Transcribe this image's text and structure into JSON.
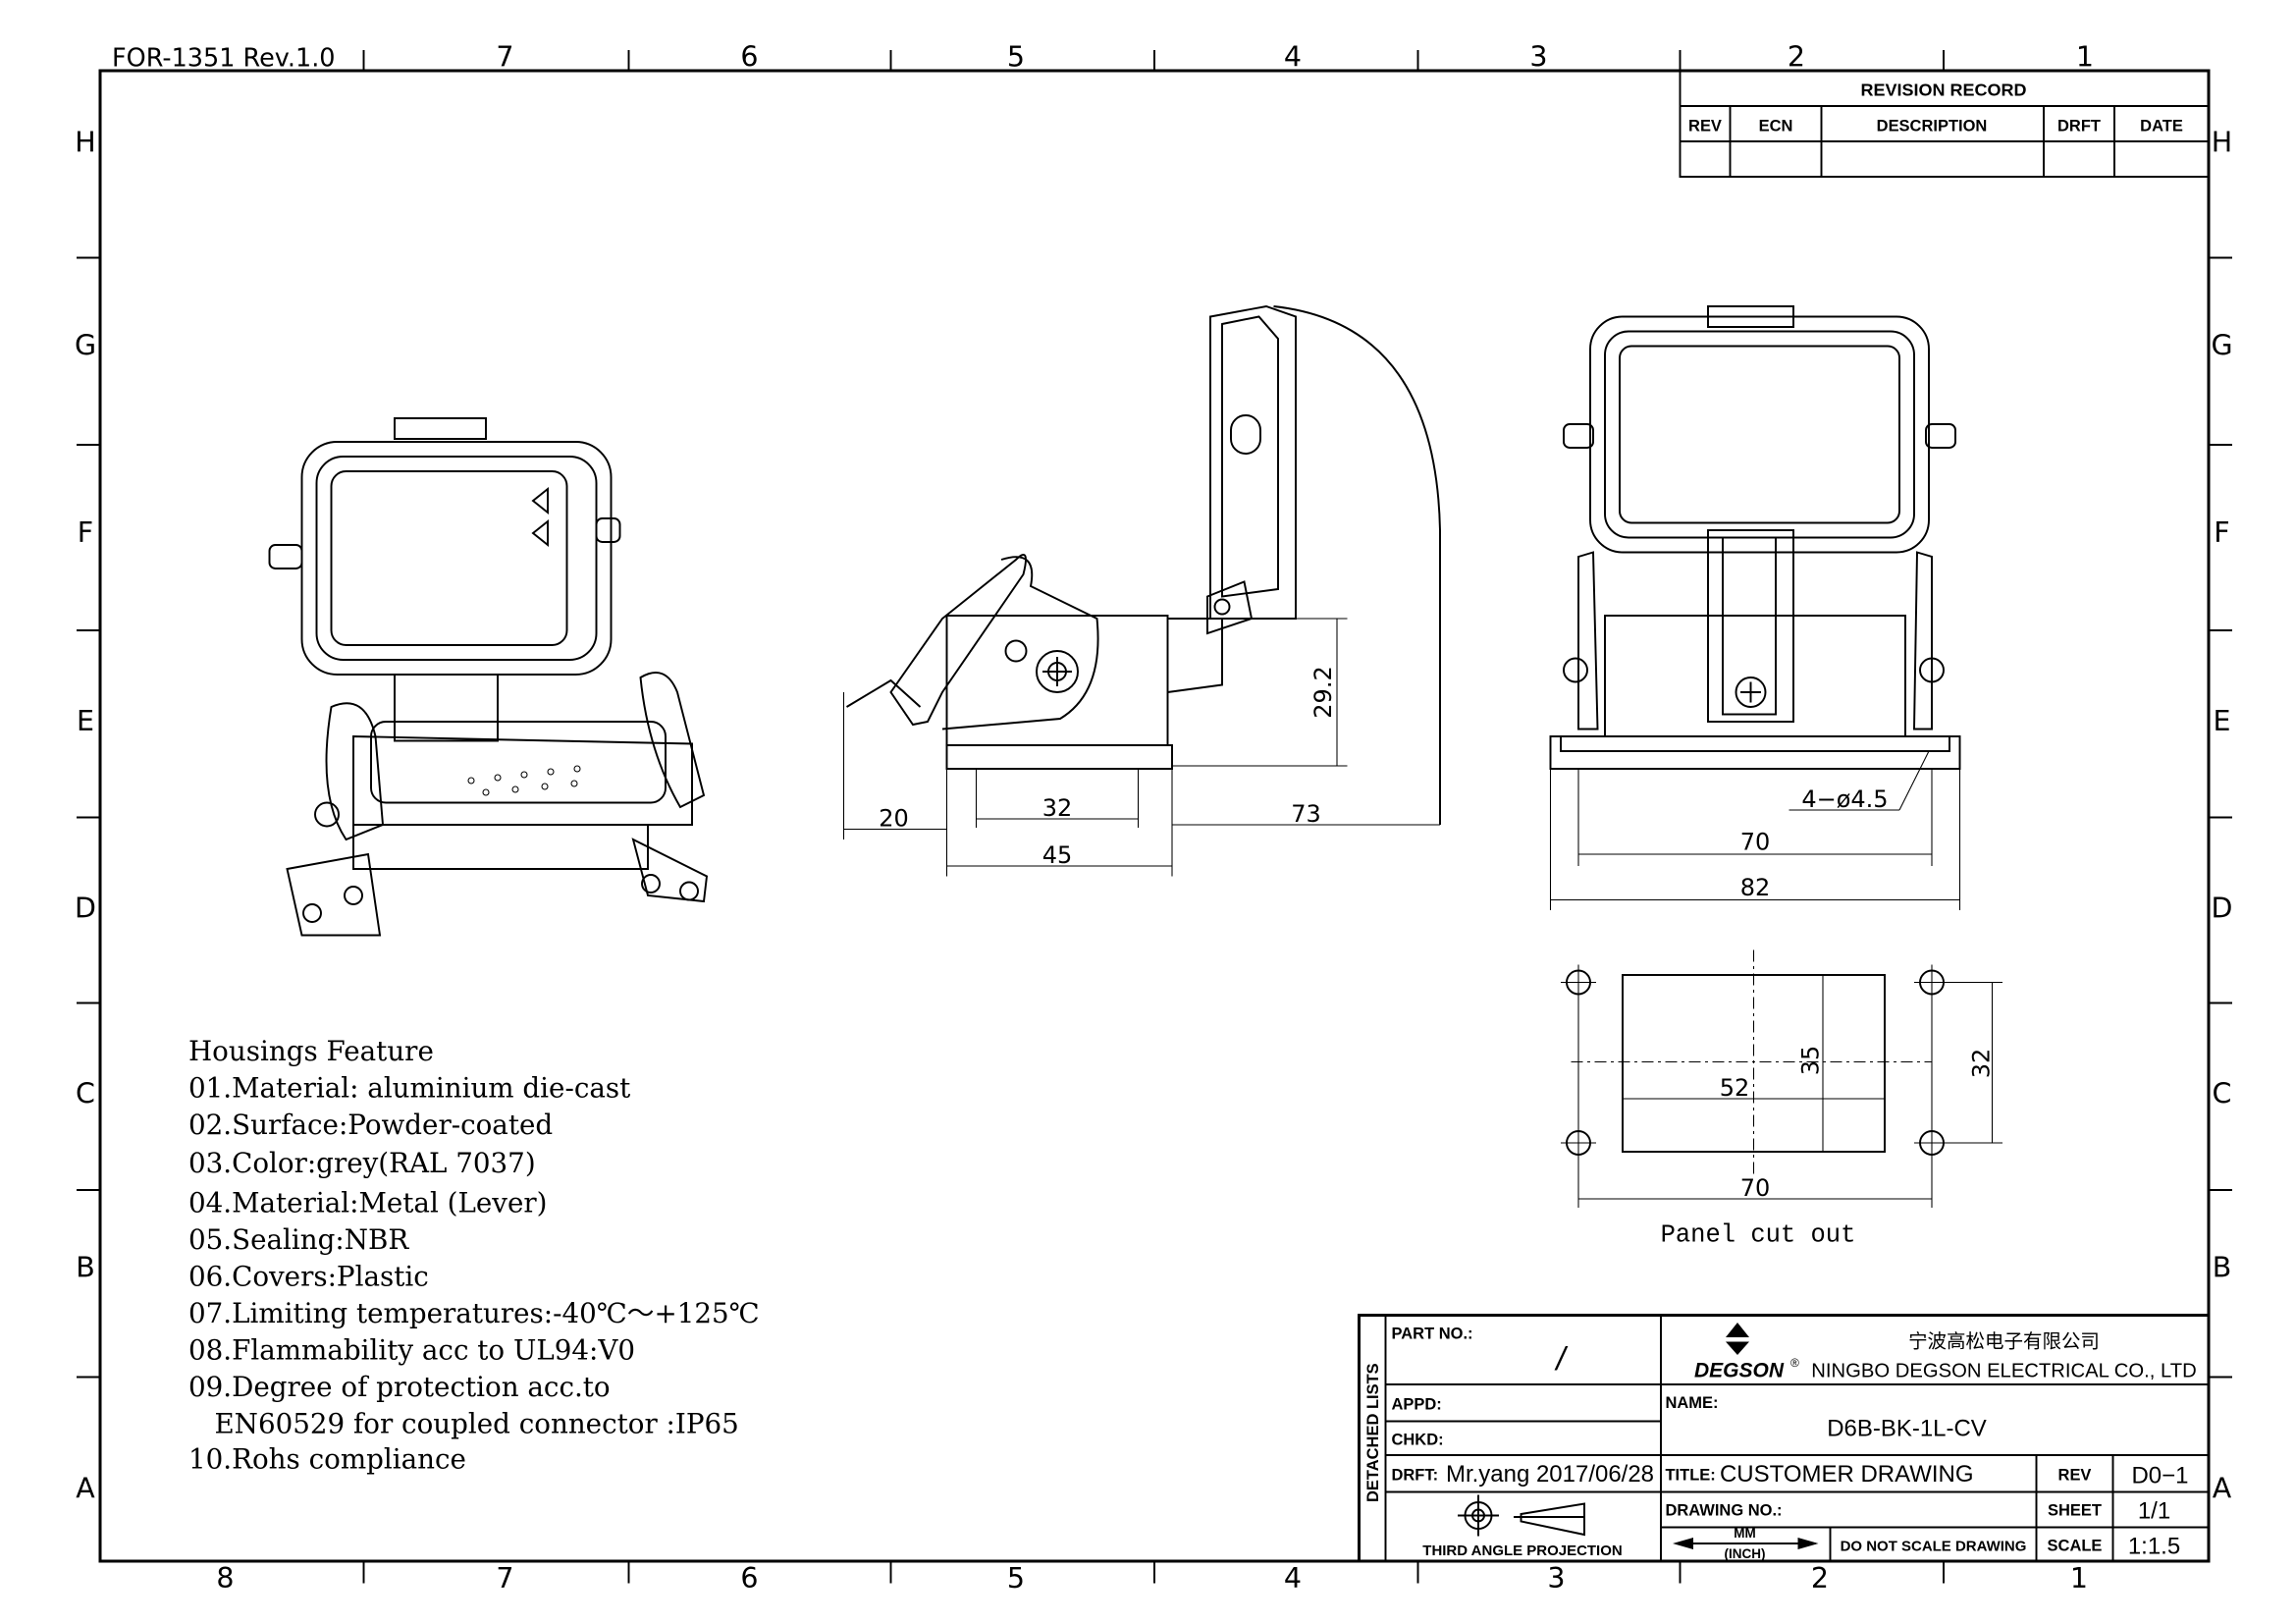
{
  "form_id": "FOR-1351 Rev.1.0",
  "zones": {
    "columns_top": [
      "7",
      "6",
      "5",
      "4",
      "3",
      "2",
      "1"
    ],
    "columns_bottom": [
      "8",
      "7",
      "6",
      "5",
      "4",
      "3",
      "2",
      "1"
    ],
    "rows": [
      "H",
      "G",
      "F",
      "E",
      "D",
      "C",
      "B",
      "A"
    ]
  },
  "revision_record": {
    "title": "REVISION RECORD",
    "headers": [
      "REV",
      "ECN",
      "DESCRIPTION",
      "DRFT",
      "DATE"
    ]
  },
  "dimensions": {
    "side_lever_offset": "20",
    "side_base_inner": "32",
    "side_base_width": "45",
    "side_cover_swing": "73",
    "side_height": "29.2",
    "front_holes": "4−ø4.5",
    "front_hole_spacing": "70",
    "front_overall_width": "82"
  },
  "panel_cutout": {
    "label": "Panel cut out",
    "width": "52",
    "height": "35",
    "hole_vertical_spacing": "32",
    "hole_horizontal_spacing": "70"
  },
  "features": {
    "title": "Housings Feature",
    "items": [
      "01.Material: aluminium die-cast",
      "02.Surface:Powder-coated",
      "03.Color:grey(RAL 7037)",
      "04.Material:Metal (Lever)",
      "05.Sealing:NBR",
      "06.Covers:Plastic",
      "07.Limiting temperatures:-40℃～+125℃",
      "08.Flammability acc to UL94:V0",
      "09.Degree of protection acc.to",
      "   EN60529 for coupled connector :IP65",
      "10.Rohs compliance"
    ]
  },
  "title_block": {
    "detached_lists": "DETACHED LISTS",
    "part_no_label": "PART NO.:",
    "part_no_value": "/",
    "appd_label": "APPD:",
    "chkd_label": "CHKD:",
    "drft_label": "DRFT:",
    "drft_value": "Mr.yang 2017/06/28",
    "projection_label": "THIRD ANGLE PROJECTION",
    "company_logo": "DEGSON",
    "company_cn": "宁波高松电子有限公司",
    "company_en": "NINGBO DEGSON ELECTRICAL CO., LTD",
    "name_label": "NAME:",
    "name_value": "D6B-BK-1L-CV",
    "title_label": "TITLE:",
    "title_value": "CUSTOMER DRAWING",
    "drawing_no_label": "DRAWING NO.:",
    "units_top": "MM",
    "units_bottom": "(INCH)",
    "do_not_scale": "DO NOT SCALE DRAWING",
    "rev_label": "REV",
    "rev_value": "D0−1",
    "sheet_label": "SHEET",
    "sheet_value": "1/1",
    "scale_label": "SCALE",
    "scale_value": "1:1.5"
  }
}
